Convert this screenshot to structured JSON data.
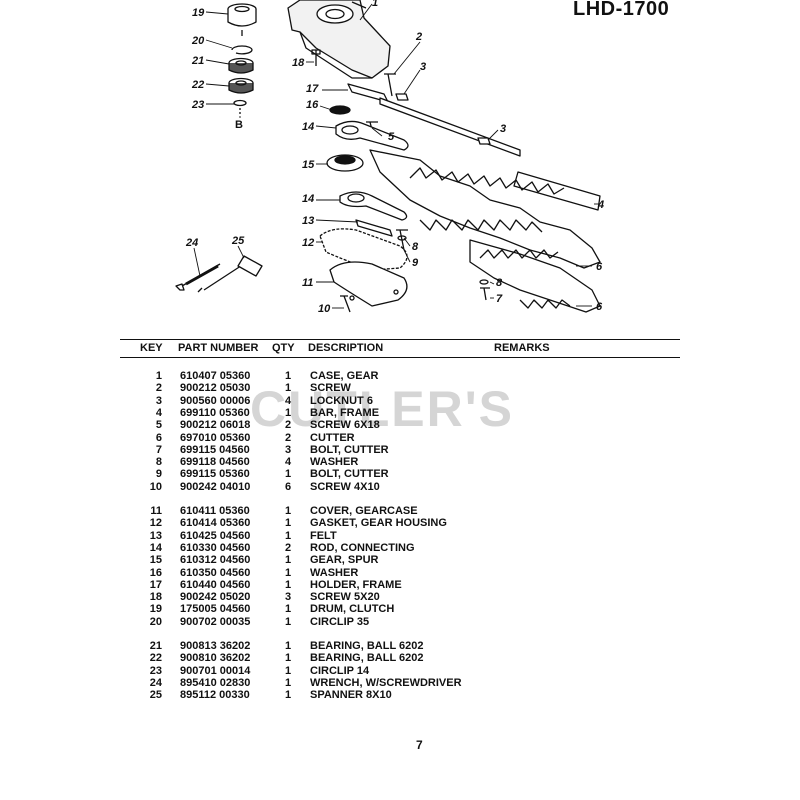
{
  "model": "LHD-1700",
  "watermark": "CUTLER'S",
  "page_number": "7",
  "callouts": {
    "c1": "1",
    "c2": "2",
    "c3a": "3",
    "c3b": "3",
    "c4": "4",
    "c5": "5",
    "c6a": "6",
    "c6b": "6",
    "c7": "7",
    "c8a": "8",
    "c8b": "8",
    "c9": "9",
    "c10": "10",
    "c11": "11",
    "c12": "12",
    "c13": "13",
    "c14a": "14",
    "c14b": "14",
    "c15": "15",
    "c16": "16",
    "c17": "17",
    "c18": "18",
    "c19": "19",
    "c20": "20",
    "c21": "21",
    "c22": "22",
    "c23": "23",
    "c24": "24",
    "c25": "25",
    "cb": "B"
  },
  "table": {
    "headers": {
      "key": "KEY",
      "part_number": "PART NUMBER",
      "qty": "QTY",
      "description": "DESCRIPTION",
      "remarks": "REMARKS"
    },
    "rows": [
      {
        "key": "1",
        "part": "610407 05360",
        "qty": "1",
        "desc": "CASE, GEAR"
      },
      {
        "key": "2",
        "part": "900212 05030",
        "qty": "1",
        "desc": "SCREW"
      },
      {
        "key": "3",
        "part": "900560 00006",
        "qty": "4",
        "desc": "LOCKNUT 6"
      },
      {
        "key": "4",
        "part": "699110 05360",
        "qty": "1",
        "desc": "BAR, FRAME"
      },
      {
        "key": "5",
        "part": "900212 06018",
        "qty": "2",
        "desc": "SCREW 6X18"
      },
      {
        "key": "6",
        "part": "697010 05360",
        "qty": "2",
        "desc": "CUTTER"
      },
      {
        "key": "7",
        "part": "699115 04560",
        "qty": "3",
        "desc": "BOLT, CUTTER"
      },
      {
        "key": "8",
        "part": "699118 04560",
        "qty": "4",
        "desc": "WASHER"
      },
      {
        "key": "9",
        "part": "699115 05360",
        "qty": "1",
        "desc": "BOLT, CUTTER"
      },
      {
        "key": "10",
        "part": "900242 04010",
        "qty": "6",
        "desc": "SCREW 4X10"
      },
      {
        "key": "11",
        "part": "610411 05360",
        "qty": "1",
        "desc": "COVER, GEARCASE"
      },
      {
        "key": "12",
        "part": "610414 05360",
        "qty": "1",
        "desc": "GASKET, GEAR HOUSING"
      },
      {
        "key": "13",
        "part": "610425 04560",
        "qty": "1",
        "desc": "FELT"
      },
      {
        "key": "14",
        "part": "610330 04560",
        "qty": "2",
        "desc": "ROD, CONNECTING"
      },
      {
        "key": "15",
        "part": "610312 04560",
        "qty": "1",
        "desc": "GEAR, SPUR"
      },
      {
        "key": "16",
        "part": "610350 04560",
        "qty": "1",
        "desc": "WASHER"
      },
      {
        "key": "17",
        "part": "610440 04560",
        "qty": "1",
        "desc": "HOLDER, FRAME"
      },
      {
        "key": "18",
        "part": "900242 05020",
        "qty": "3",
        "desc": "SCREW 5X20"
      },
      {
        "key": "19",
        "part": "175005 04560",
        "qty": "1",
        "desc": "DRUM, CLUTCH"
      },
      {
        "key": "20",
        "part": "900702 00035",
        "qty": "1",
        "desc": "CIRCLIP 35"
      },
      {
        "key": "21",
        "part": "900813 36202",
        "qty": "1",
        "desc": "BEARING, BALL 6202"
      },
      {
        "key": "22",
        "part": "900810 36202",
        "qty": "1",
        "desc": "BEARING, BALL 6202"
      },
      {
        "key": "23",
        "part": "900701 00014",
        "qty": "1",
        "desc": "CIRCLIP 14"
      },
      {
        "key": "24",
        "part": "895410 02830",
        "qty": "1",
        "desc": "WRENCH, W/SCREWDRIVER"
      },
      {
        "key": "25",
        "part": "895112 00330",
        "qty": "1",
        "desc": "SPANNER 8X10"
      }
    ]
  }
}
